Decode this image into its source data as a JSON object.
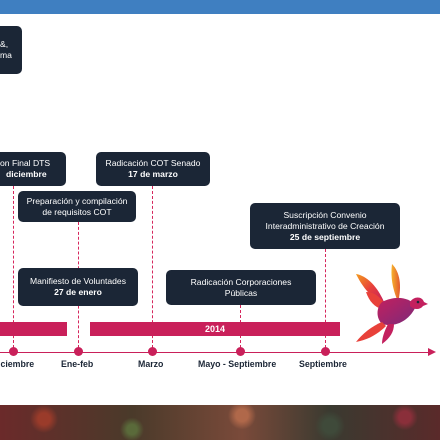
{
  "colors": {
    "top_bar": "#3f7fc1",
    "box_fill": "#1b2636",
    "accent": "#c9205a",
    "box_text": "#ffffff"
  },
  "boxes": {
    "top_left": {
      "lines": [
        "&,",
        "ma"
      ]
    },
    "final_dts": {
      "lines": [
        "on Final DTS",
        "diciembre"
      ]
    },
    "radicacion_senado": {
      "lines": [
        "Radicación COT Senado",
        "17 de marzo"
      ]
    },
    "preparacion": {
      "lines": [
        "Preparación y compilación",
        "de requisitos COT"
      ]
    },
    "suscripcion": {
      "lines": [
        "Suscripción Convenio",
        "Interadministrativo de Creación",
        "25 de septiembre"
      ]
    },
    "manifiesto": {
      "lines": [
        "Manifiesto de Voluntades",
        "27 de enero"
      ]
    },
    "corporaciones": {
      "lines": [
        "Radicación Corporaciones",
        "Públicas"
      ]
    }
  },
  "timeline": {
    "bar_label": "2014",
    "dates": [
      "iciembre",
      "Ene-feb",
      "Marzo",
      "Mayo - Septiembre",
      "Septiembre"
    ]
  },
  "icons": {
    "dove": "dove-icon"
  }
}
